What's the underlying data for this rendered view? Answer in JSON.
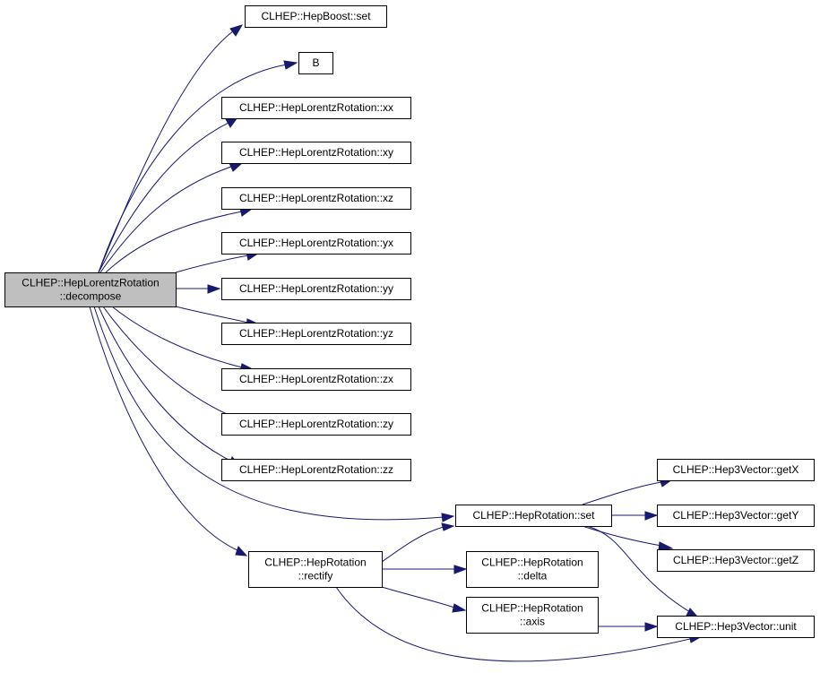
{
  "colors": {
    "root_fill": "#bfbfbf",
    "node_fill": "#ffffff",
    "border": "#000000",
    "edge": "#191970"
  },
  "nodes": {
    "decompose": [
      "CLHEP::HepLorentzRotation",
      "::decompose"
    ],
    "boost_set": [
      "CLHEP::HepBoost::set"
    ],
    "b": [
      "B"
    ],
    "xx": [
      "CLHEP::HepLorentzRotation::xx"
    ],
    "xy": [
      "CLHEP::HepLorentzRotation::xy"
    ],
    "xz": [
      "CLHEP::HepLorentzRotation::xz"
    ],
    "yx": [
      "CLHEP::HepLorentzRotation::yx"
    ],
    "yy": [
      "CLHEP::HepLorentzRotation::yy"
    ],
    "yz": [
      "CLHEP::HepLorentzRotation::yz"
    ],
    "zx": [
      "CLHEP::HepLorentzRotation::zx"
    ],
    "zy": [
      "CLHEP::HepLorentzRotation::zy"
    ],
    "zz": [
      "CLHEP::HepLorentzRotation::zz"
    ],
    "rot_set": [
      "CLHEP::HepRotation::set"
    ],
    "rectify": [
      "CLHEP::HepRotation",
      "::rectify"
    ],
    "getx": [
      "CLHEP::Hep3Vector::getX"
    ],
    "gety": [
      "CLHEP::Hep3Vector::getY"
    ],
    "getz": [
      "CLHEP::Hep3Vector::getZ"
    ],
    "delta": [
      "CLHEP::HepRotation",
      "::delta"
    ],
    "axis": [
      "CLHEP::HepRotation",
      "::axis"
    ],
    "unit": [
      "CLHEP::Hep3Vector::unit"
    ]
  },
  "edges": [
    [
      "decompose",
      "boost_set"
    ],
    [
      "decompose",
      "b"
    ],
    [
      "decompose",
      "xx"
    ],
    [
      "decompose",
      "xy"
    ],
    [
      "decompose",
      "xz"
    ],
    [
      "decompose",
      "yx"
    ],
    [
      "decompose",
      "yy"
    ],
    [
      "decompose",
      "yz"
    ],
    [
      "decompose",
      "zx"
    ],
    [
      "decompose",
      "zy"
    ],
    [
      "decompose",
      "zz"
    ],
    [
      "decompose",
      "rot_set"
    ],
    [
      "decompose",
      "rectify"
    ],
    [
      "rot_set",
      "getx"
    ],
    [
      "rot_set",
      "gety"
    ],
    [
      "rot_set",
      "getz"
    ],
    [
      "rot_set",
      "unit"
    ],
    [
      "rectify",
      "rot_set"
    ],
    [
      "rectify",
      "delta"
    ],
    [
      "rectify",
      "axis"
    ],
    [
      "rectify",
      "unit"
    ],
    [
      "axis",
      "unit"
    ]
  ]
}
